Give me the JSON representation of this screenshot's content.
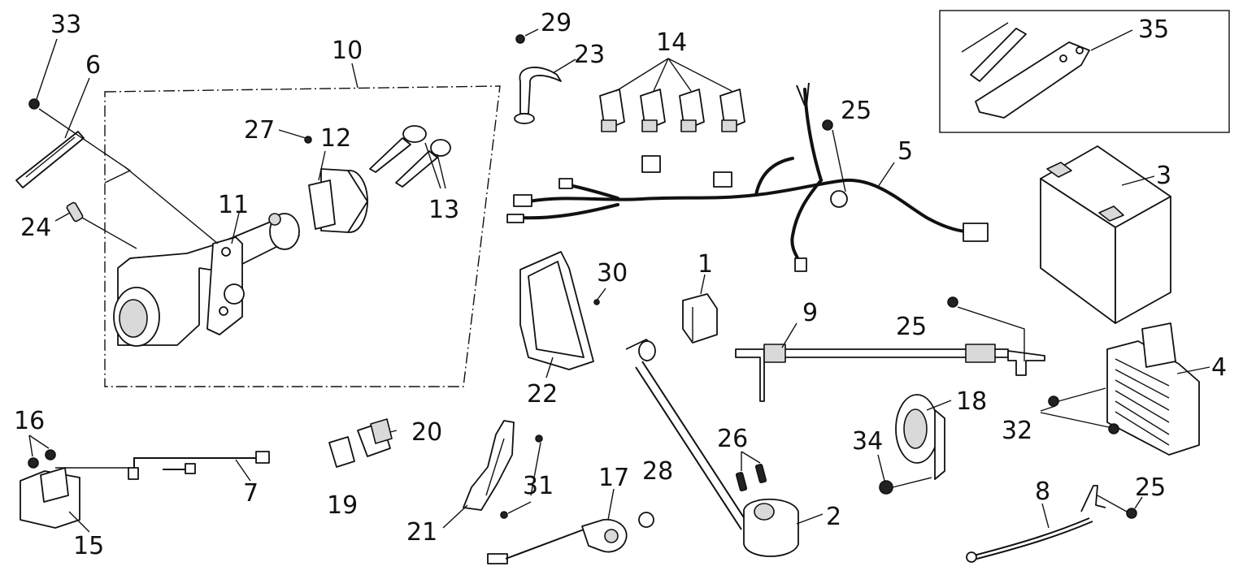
{
  "labels": {
    "l1": "1",
    "l2": "2",
    "l3": "3",
    "l4": "4",
    "l5": "5",
    "l6": "6",
    "l7": "7",
    "l8": "8",
    "l9": "9",
    "l10": "10",
    "l11": "11",
    "l12": "12",
    "l13": "13",
    "l14": "14",
    "l15": "15",
    "l16": "16",
    "l17": "17",
    "l18": "18",
    "l19": "19",
    "l20": "20",
    "l21": "21",
    "l22": "22",
    "l23": "23",
    "l24": "24",
    "l25a": "25",
    "l25b": "25",
    "l25c": "25",
    "l26": "26",
    "l27": "27",
    "l28": "28",
    "l29": "29",
    "l30": "30",
    "l31": "31",
    "l32": "32",
    "l33": "33",
    "l34": "34",
    "l35": "35"
  }
}
